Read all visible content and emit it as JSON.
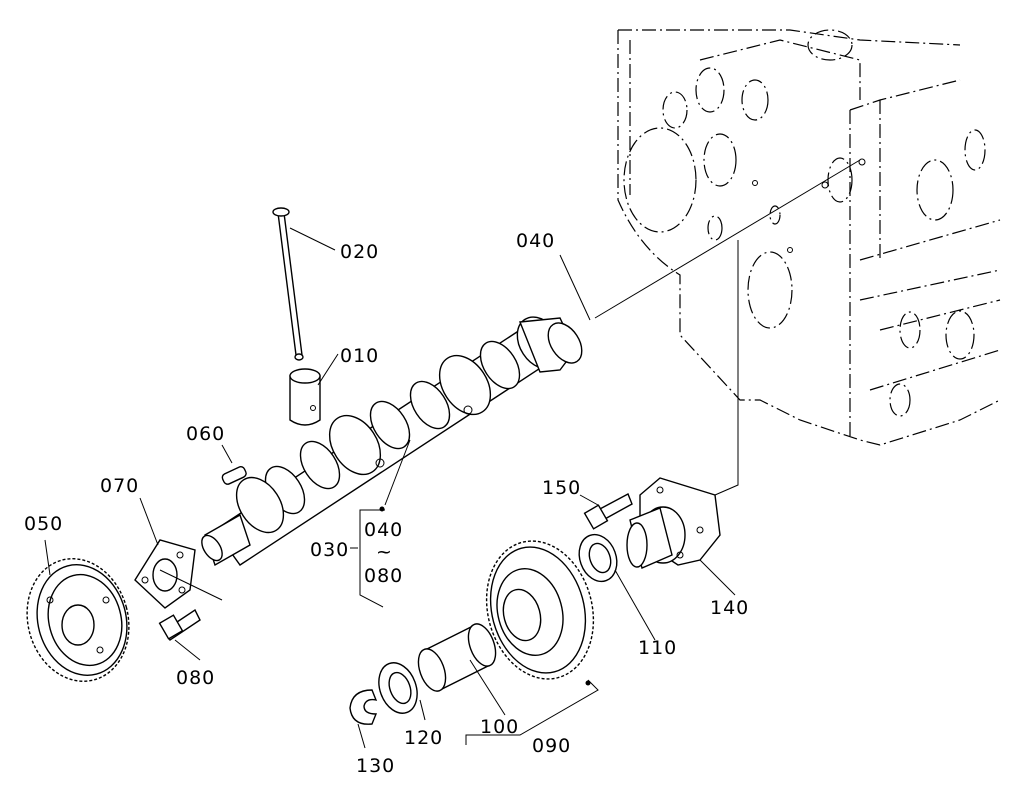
{
  "labels": {
    "p010": "010",
    "p020": "020",
    "p030": "030",
    "p040_top": "040",
    "p040_range": "040",
    "range_sep": "~",
    "p080_range": "080",
    "p050": "050",
    "p060": "060",
    "p070": "070",
    "p080": "080",
    "p090": "090",
    "p100": "100",
    "p110": "110",
    "p120": "120",
    "p130": "130",
    "p140": "140",
    "p150": "150"
  }
}
